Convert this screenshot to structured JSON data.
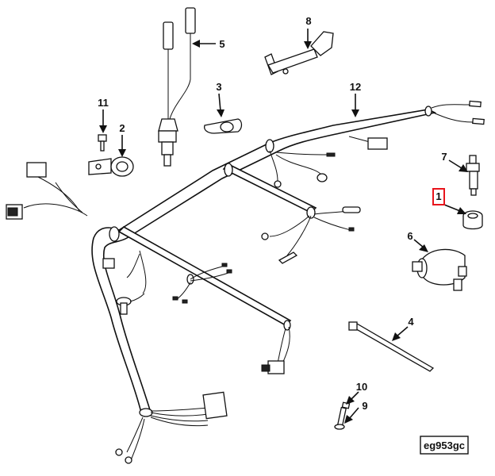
{
  "diagram": {
    "figure_id": "eg953gc",
    "callouts": [
      {
        "id": "c1",
        "label": "1",
        "highlighted": true
      },
      {
        "id": "c2",
        "label": "2"
      },
      {
        "id": "c3",
        "label": "3"
      },
      {
        "id": "c4",
        "label": "4"
      },
      {
        "id": "c5",
        "label": "5"
      },
      {
        "id": "c6",
        "label": "6"
      },
      {
        "id": "c7",
        "label": "7"
      },
      {
        "id": "c8",
        "label": "8"
      },
      {
        "id": "c9",
        "label": "9"
      },
      {
        "id": "c10",
        "label": "10"
      },
      {
        "id": "c11",
        "label": "11"
      },
      {
        "id": "c12",
        "label": "12"
      }
    ],
    "highlight_color": "#e8141c",
    "line_color": "#111111"
  }
}
